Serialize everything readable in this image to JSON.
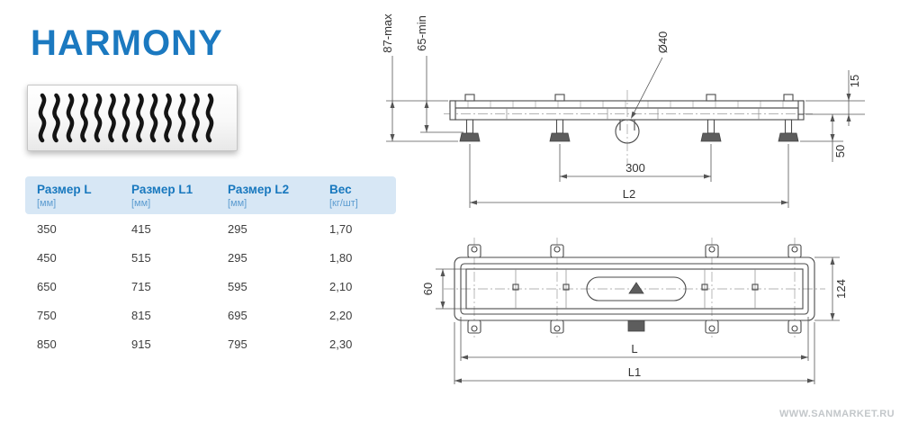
{
  "header": {
    "title": "HARMONY"
  },
  "table": {
    "headers": [
      {
        "label": "Размер L",
        "unit": "[мм]"
      },
      {
        "label": "Размер L1",
        "unit": "[мм]"
      },
      {
        "label": "Размер L2",
        "unit": "[мм]"
      },
      {
        "label": "Вес",
        "unit": "[кг/шт]"
      }
    ],
    "rows": [
      [
        "350",
        "415",
        "295",
        "1,70"
      ],
      [
        "450",
        "515",
        "295",
        "1,80"
      ],
      [
        "650",
        "715",
        "595",
        "2,10"
      ],
      [
        "750",
        "815",
        "695",
        "2,20"
      ],
      [
        "850",
        "915",
        "795",
        "2,30"
      ]
    ]
  },
  "drawings": {
    "side_view": {
      "height_max": "87-max",
      "height_min": "65-min",
      "diameter": "Ø40",
      "edge_height": "15",
      "foot_height": "50",
      "outlet_span": "300",
      "length": "L2"
    },
    "top_view": {
      "inner_width": "60",
      "outer_width": "124",
      "length": "L",
      "outer_length": "L1"
    }
  },
  "footer": {
    "watermark": "WWW.SANMARKET.RU"
  },
  "colors": {
    "accent": "#1b79c0",
    "table_header_bg": "#d7e7f5"
  }
}
